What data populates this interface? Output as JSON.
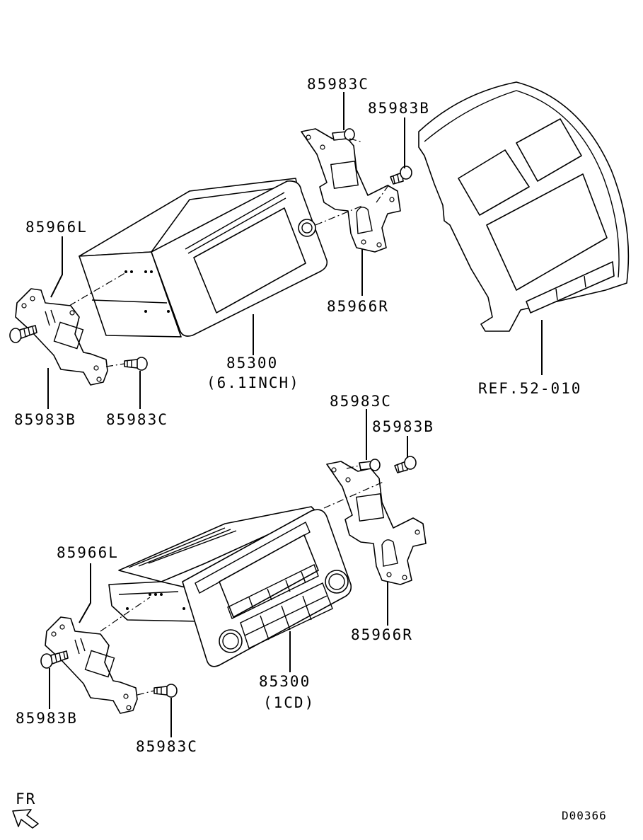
{
  "callouts": {
    "top_bracket_screw_c": "85983C",
    "top_bracket_bolt_b": "85983B",
    "top_left_bracket": "85966L",
    "top_right_bracket": "85966R",
    "top_unit_part": "85300",
    "top_unit_spec": "(6.1INCH)",
    "top_left_bolt_b": "85983B",
    "top_left_screw_c": "85983C",
    "panel_ref": "REF.52-010",
    "bottom_bracket_screw_c": "85983C",
    "bottom_bracket_bolt_b": "85983B",
    "bottom_left_bracket": "85966L",
    "bottom_right_bracket": "85966R",
    "bottom_unit_part": "85300",
    "bottom_unit_spec": "(1CD)",
    "bottom_left_bolt_b": "85983B",
    "bottom_left_screw_c": "85983C"
  },
  "orientation": {
    "label": "FR"
  },
  "diagram_code": "D00366"
}
